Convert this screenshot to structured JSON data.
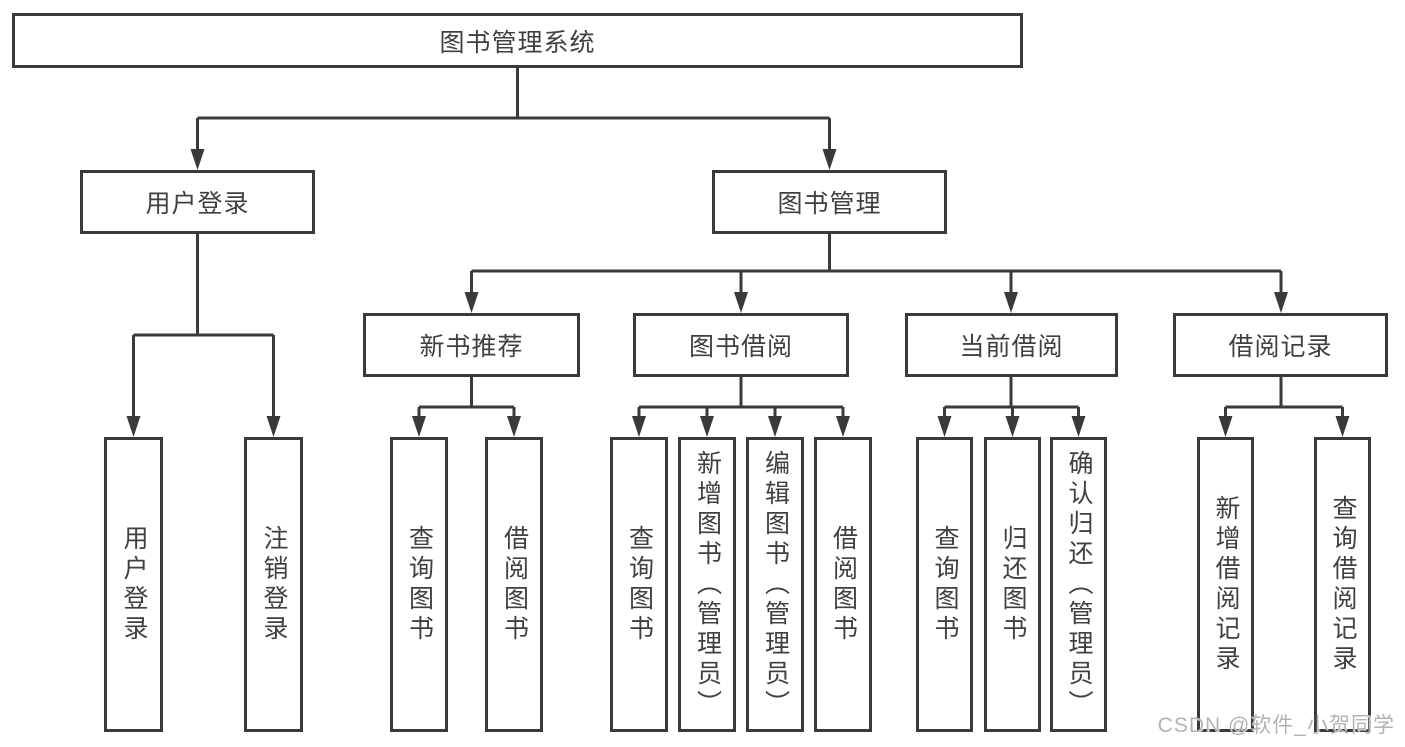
{
  "tree": {
    "label": "图书管理系统",
    "children": [
      {
        "label": "用户登录",
        "children": [
          {
            "label": "用户登录"
          },
          {
            "label": "注销登录"
          }
        ]
      },
      {
        "label": "图书管理",
        "children": [
          {
            "label": "新书推荐",
            "children": [
              {
                "label": "查询图书"
              },
              {
                "label": "借阅图书"
              }
            ]
          },
          {
            "label": "图书借阅",
            "children": [
              {
                "label": "查询图书"
              },
              {
                "label": "新增图书（管理员）"
              },
              {
                "label": "编辑图书（管理员）"
              },
              {
                "label": "借阅图书"
              }
            ]
          },
          {
            "label": "当前借阅",
            "children": [
              {
                "label": "查询图书"
              },
              {
                "label": "归还图书"
              },
              {
                "label": "确认归还（管理员）"
              }
            ]
          },
          {
            "label": "借阅记录",
            "children": [
              {
                "label": "新增借阅记录"
              },
              {
                "label": "查询借阅记录"
              }
            ]
          }
        ]
      }
    ]
  },
  "watermark": "CSDN @软件_小贺同学",
  "colors": {
    "line": "#3a3a3a",
    "box_border": "#3a3a3a",
    "box_background": "#ffffff",
    "text": "#404040",
    "watermark": "#b3b3b3",
    "background": "#ffffff"
  }
}
